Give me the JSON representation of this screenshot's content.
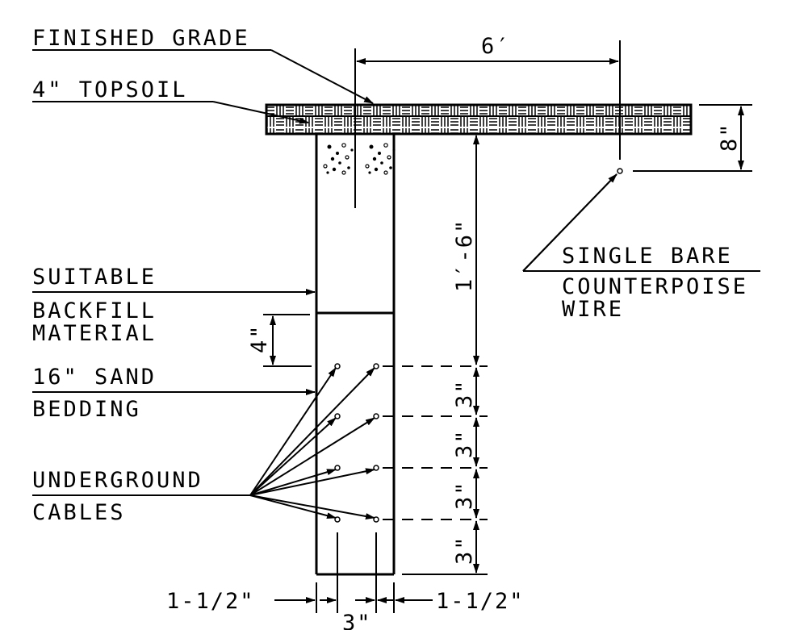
{
  "labels": {
    "finished_grade": "FINISHED GRADE",
    "topsoil": "4\" TOPSOIL",
    "suitable_backfill": [
      "SUITABLE",
      "BACKFILL",
      "MATERIAL"
    ],
    "sand_bedding": [
      "16\" SAND",
      "BEDDING"
    ],
    "underground_cables": [
      "UNDERGROUND",
      "CABLES"
    ],
    "counterpoise": [
      "SINGLE BARE",
      "COUNTERPOISE",
      "WIRE"
    ]
  },
  "dimensions": {
    "offset": "6′",
    "depth_wire": "8\"",
    "depth_trench": "1′-6\"",
    "backfill_gap": "4\"",
    "cable_spacing": [
      "3\"",
      "3\"",
      "3\"",
      "3\""
    ],
    "edge_left": "1-1/2\"",
    "edge_right": "1-1/2\"",
    "cable_gap": "3\""
  }
}
